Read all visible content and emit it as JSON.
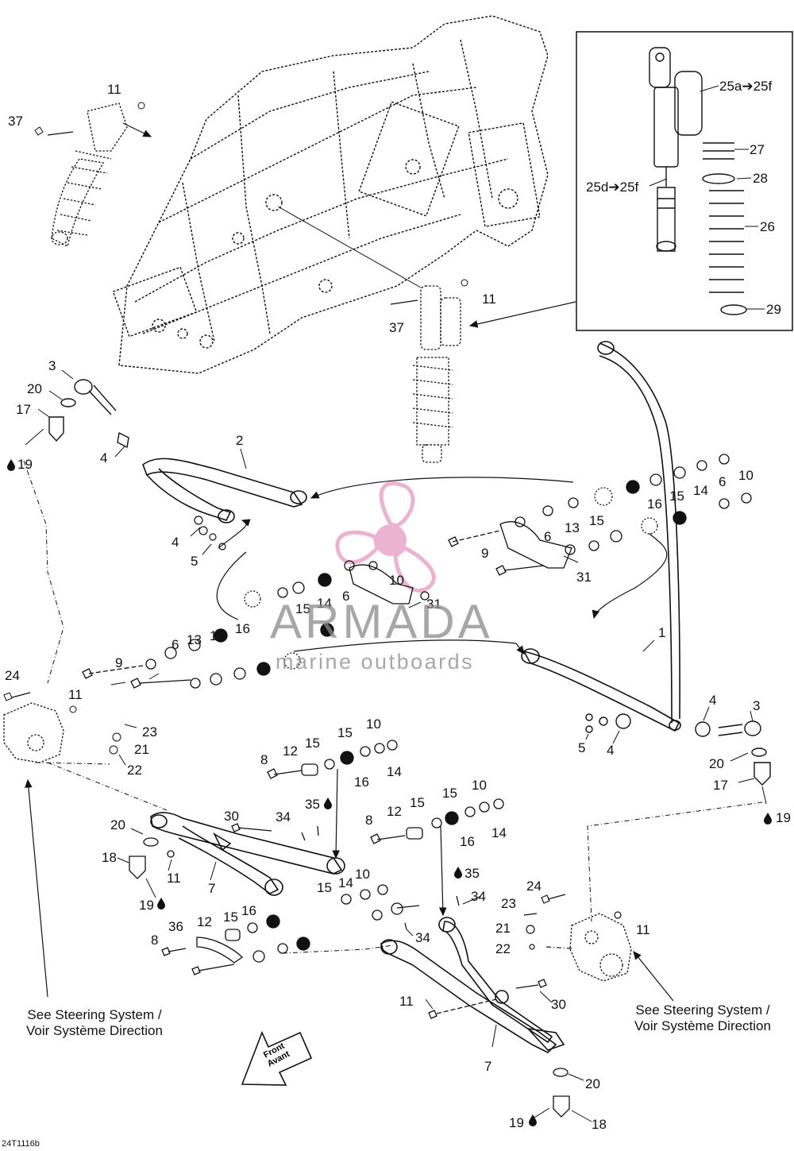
{
  "diagram": {
    "callouts": {
      "c37a": "37",
      "c11a": "11",
      "c37b": "37",
      "c11b": "11",
      "c25a": "25a➔25f",
      "c27": "27",
      "c25d": "25d➔25f",
      "c28": "28",
      "c26": "26",
      "c29": "29",
      "c3l": "3",
      "c20l": "20",
      "c17l": "17",
      "c19l": "19",
      "c4l": "4",
      "c2": "2",
      "c4l2": "4",
      "c5l": "5",
      "c10r": "10",
      "c6r": "6",
      "c14r": "14",
      "c15r": "15",
      "c16r": "16",
      "c13r": "13",
      "c6r2": "6",
      "c15r2": "15",
      "c9r": "9",
      "c31r": "31",
      "c10m": "10",
      "c6m": "6",
      "c14m": "14",
      "c15m": "15",
      "c31m": "31",
      "c6m2": "6",
      "c13m": "13",
      "c15m2": "15",
      "c16m": "16",
      "c9m": "9",
      "c1": "1",
      "c4r": "4",
      "c3r": "3",
      "c5r": "5",
      "c4r2": "4",
      "c20r": "20",
      "c17r": "17",
      "c19r": "19",
      "c24l": "24",
      "c11l": "11",
      "c23l": "23",
      "c21l": "21",
      "c22l": "22",
      "c15a": "15",
      "c10a": "10",
      "c12a": "12",
      "c15b": "15",
      "c8a": "8",
      "c16a": "16",
      "c14a": "14",
      "c15c": "15",
      "c10b": "10",
      "c12b": "12",
      "c15d": "15",
      "c8b": "8",
      "c16b": "16",
      "c14b": "14",
      "c30a": "30",
      "c34a": "34",
      "c35a": "35",
      "c20b": "20",
      "c18a": "18",
      "c11c": "11",
      "c7a": "7",
      "c19a": "19",
      "c10c": "10",
      "c14c": "14",
      "c15e": "15",
      "c16c": "16",
      "c12c": "12",
      "c15f": "15",
      "c36": "36",
      "c8c": "8",
      "c35b": "35",
      "c34b": "34",
      "c34c": "34",
      "c24r": "24",
      "c23r": "23",
      "c11r": "11",
      "c21r": "21",
      "c22r": "22",
      "c11d": "11",
      "c30b": "30",
      "c7b": "7",
      "c20c": "20",
      "c19b": "19",
      "c18b": "18"
    },
    "notes": {
      "steering_left_line1": "See Steering System /",
      "steering_left_line2": "Voir Système Direction",
      "steering_right_line1": "See Steering System /",
      "steering_right_line2": "Voir Système Direction"
    },
    "front_arrow": {
      "line1": "Front",
      "line2": "Avant"
    },
    "drawing_code": "24T1116b",
    "watermark": {
      "brand": "ARMADA",
      "tagline": "marine outboards",
      "logo_color": "#e9a6c8"
    },
    "colors": {
      "ink": "#111111",
      "watermark_gray": "#8a8a8a",
      "watermark_pink": "#e9a6c8"
    }
  }
}
